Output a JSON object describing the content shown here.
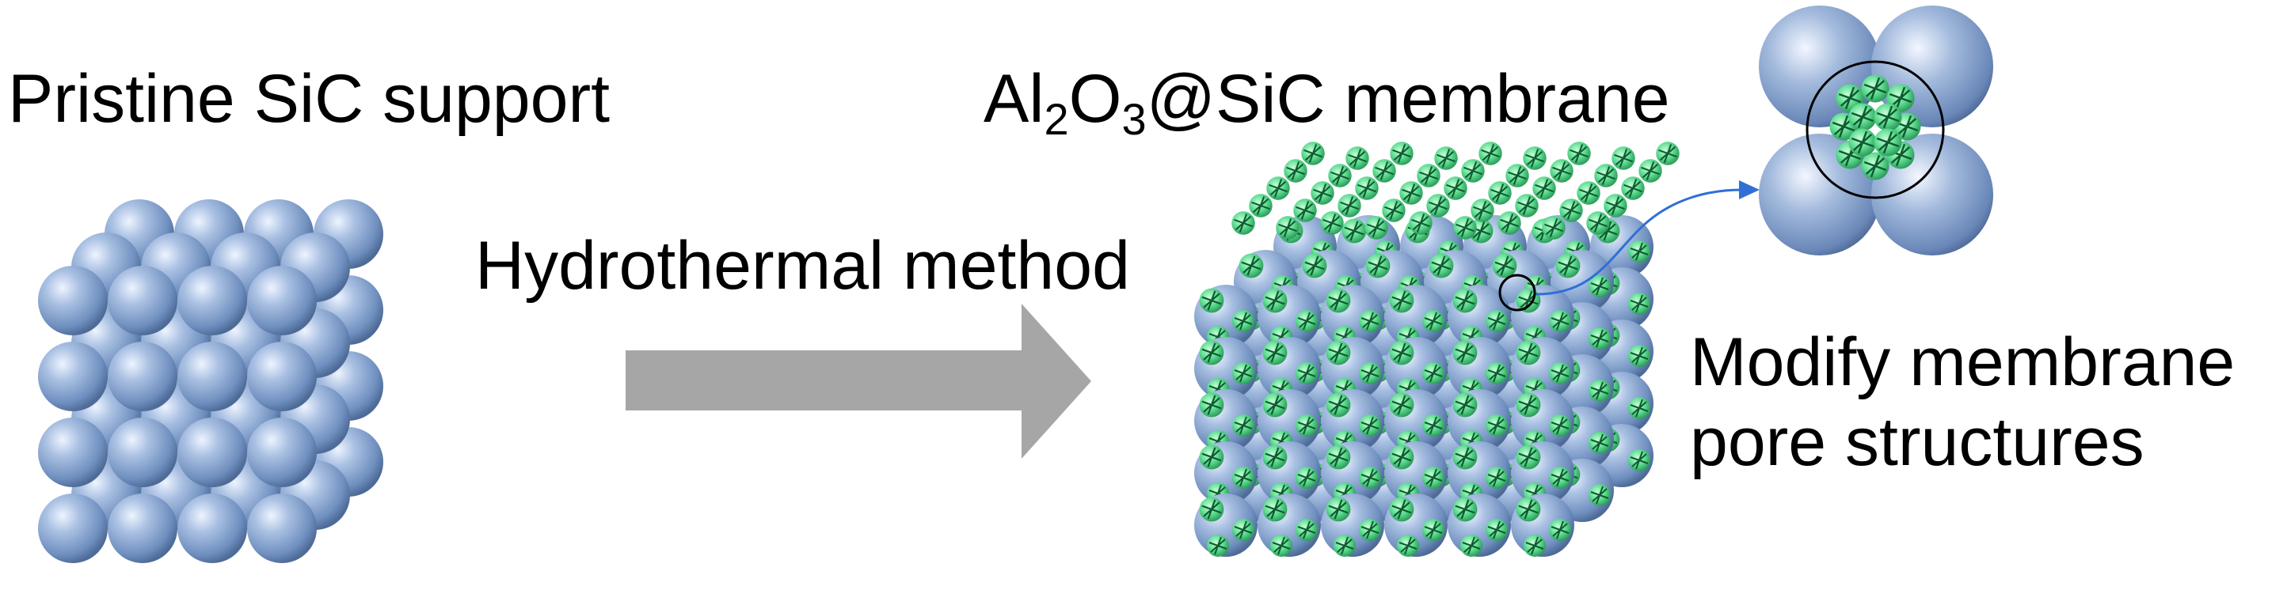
{
  "labels": {
    "pristine": "Pristine SiC support",
    "membrane_prefix": "Al",
    "membrane_sub1": "2",
    "membrane_mid": "O",
    "membrane_sub2": "3",
    "membrane_suffix": "@SiC membrane",
    "method": "Hydrothermal method",
    "modify_line1": "Modify membrane",
    "modify_line2": "pore structures"
  },
  "colors": {
    "sic_sphere": "#8ba7cf",
    "sic_sphere_dark": "#4e6b97",
    "alumina": "#66e39a",
    "alumina_dark": "#1c8a4a",
    "process_arrow": "#a6a6a6",
    "pointer_arrow": "#2f6fd6"
  },
  "icons": {
    "left_block": "sphere-packing-icon",
    "right_block": "coated-sphere-packing-icon",
    "process": "right-arrow-icon",
    "zoom": "magnifier-circle-icon",
    "inset": "four-sphere-unit-icon"
  }
}
